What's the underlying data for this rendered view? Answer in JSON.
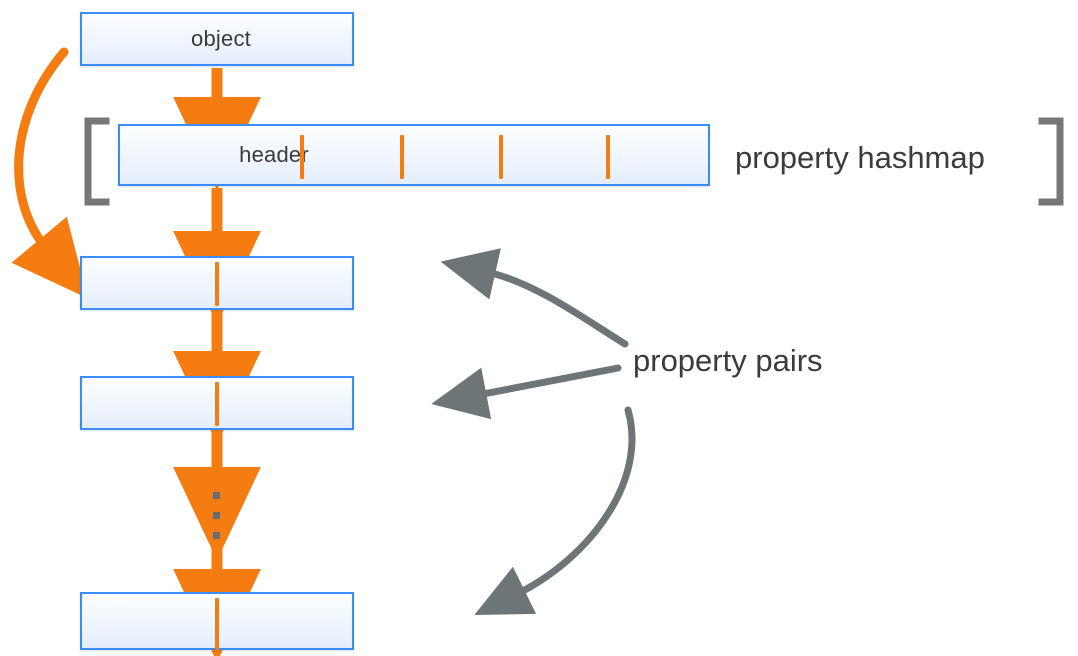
{
  "diagram": {
    "title": "object property hashmap and property pairs",
    "colors": {
      "box_border": "#3a8df5",
      "box_fill_top": "#fdfeff",
      "box_fill_bottom": "#e4eefb",
      "orange_arrow": "#f57c10",
      "gray_arrow": "#6e7577",
      "bracket": "#777777",
      "text": "#3b3b3b",
      "background": "#ffffff"
    },
    "nodes": [
      {
        "id": "object",
        "label": "object"
      },
      {
        "id": "header",
        "label": "header"
      },
      {
        "id": "pair-1",
        "label": ""
      },
      {
        "id": "pair-2",
        "label": ""
      },
      {
        "id": "pair-n",
        "label": ""
      }
    ],
    "annotations": [
      {
        "id": "property-hashmap",
        "label": "property hashmap"
      },
      {
        "id": "property-pairs",
        "label": "property pairs"
      }
    ],
    "hashmap": {
      "slot_count": 4,
      "slot_tick_color": "#f57c10"
    },
    "brackets": {
      "left": "[",
      "right": "]"
    },
    "ellipsis": {
      "dot_count": 3,
      "meaning": "continuation of property pair chain"
    },
    "orange_arrows": [
      {
        "id": "object-to-header",
        "kind": "straight-down"
      },
      {
        "id": "header-to-pair-1",
        "kind": "straight-down"
      },
      {
        "id": "pair-1-to-pair-2",
        "kind": "straight-down"
      },
      {
        "id": "pair-2-to-ellipsis",
        "kind": "straight-down"
      },
      {
        "id": "ellipsis-to-pair-n",
        "kind": "straight-down"
      },
      {
        "id": "object-to-first-pair",
        "kind": "curved-left"
      }
    ],
    "gray_arrows": [
      {
        "id": "pairs-to-pair-1",
        "kind": "curved-up-left"
      },
      {
        "id": "pairs-to-pair-2",
        "kind": "straight-left"
      },
      {
        "id": "pairs-to-pair-n",
        "kind": "curved-down-left"
      }
    ]
  }
}
